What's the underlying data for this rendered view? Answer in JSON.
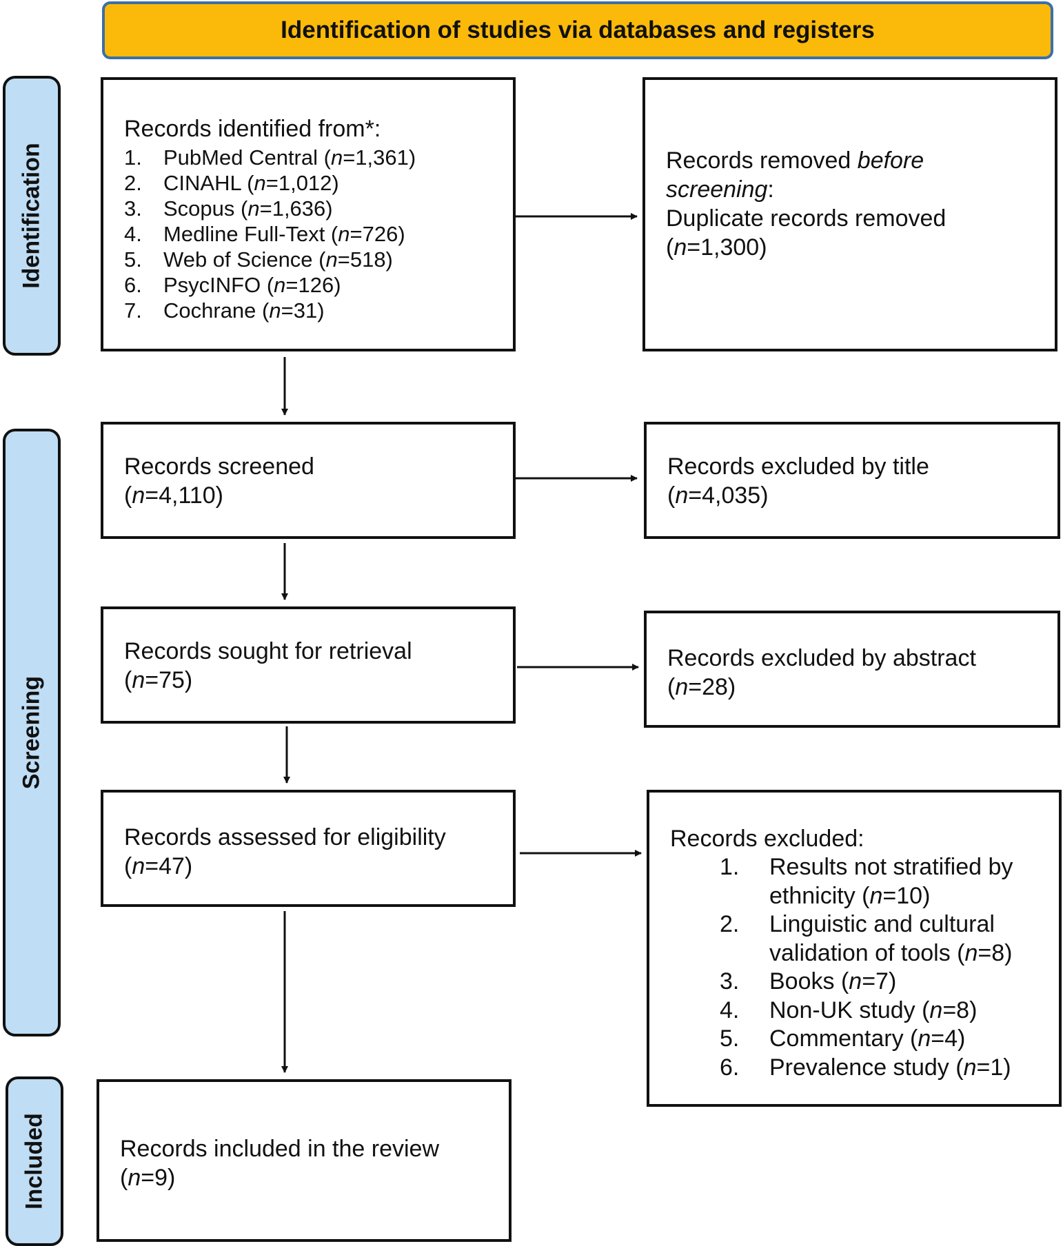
{
  "header": {
    "title": "Identification of studies via databases and registers"
  },
  "stages": {
    "identification": "Identification",
    "screening": "Screening",
    "included": "Included"
  },
  "identified": {
    "heading": "Records identified from*:",
    "sources": [
      {
        "num": "1.",
        "name": "PubMed Central (",
        "n": "=1,361)"
      },
      {
        "num": "2.",
        "name": "CINAHL (",
        "n": "=1,012)"
      },
      {
        "num": "3.",
        "name": "Scopus (",
        "n": "=1,636)"
      },
      {
        "num": "4.",
        "name": "Medline Full-Text (",
        "n": "=726)"
      },
      {
        "num": "5.",
        "name": "Web of Science (",
        "n": "=518)"
      },
      {
        "num": "6.",
        "name": "PsycINFO (",
        "n": "=126)"
      },
      {
        "num": "7.",
        "name": "Cochrane (",
        "n": "=31)"
      }
    ]
  },
  "removed": {
    "line1_pre": "Records removed ",
    "line1_em": "before",
    "line2_em": "screening",
    "line2_post": ":",
    "line3": "Duplicate records removed",
    "count": "=1,300)"
  },
  "screened": {
    "label": "Records screened",
    "count": "=4,110)"
  },
  "excluded_title": {
    "label": "Records excluded by title",
    "count": "=4,035)"
  },
  "sought": {
    "label": "Records sought for retrieval",
    "count": "=75)"
  },
  "excluded_abstract": {
    "label": "Records excluded by abstract",
    "count": "=28)"
  },
  "assessed": {
    "label": "Records assessed for eligibility",
    "count": "=47)"
  },
  "excluded": {
    "heading": "Records excluded:",
    "items": [
      {
        "num": "1.",
        "line1": "Results not stratified by",
        "line2": "ethnicity (",
        "n": "=10)"
      },
      {
        "num": "2.",
        "line1": "Linguistic and cultural",
        "line2": "validation of tools (",
        "n": "=8)"
      },
      {
        "num": "3.",
        "line2": "Books (",
        "n": "=7)"
      },
      {
        "num": "4.",
        "line2": "Non-UK study (",
        "n": "=8)"
      },
      {
        "num": "5.",
        "line2": "Commentary (",
        "n": "=4)"
      },
      {
        "num": "6.",
        "line2": "Prevalence study (",
        "n": "=1)"
      }
    ]
  },
  "included": {
    "label": "Records included in the review",
    "count": "=9)"
  },
  "common": {
    "open": "(",
    "n": "n"
  }
}
